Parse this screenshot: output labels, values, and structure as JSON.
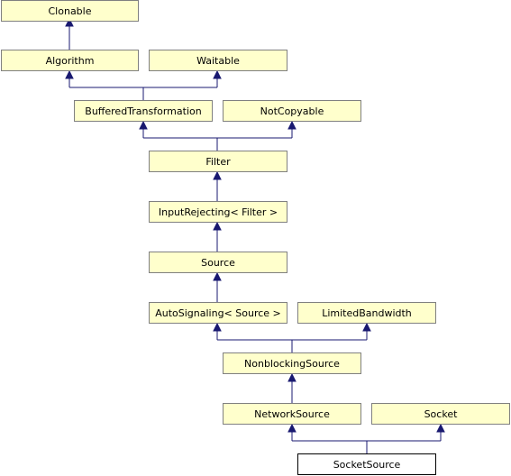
{
  "colors": {
    "node_fill": "#ffffcc",
    "node_border": "#808080",
    "current_fill": "#ffffff",
    "current_border": "#000000",
    "edge": "#191970"
  },
  "nodes": {
    "clonable": "Clonable",
    "algorithm": "Algorithm",
    "waitable": "Waitable",
    "buffered_transformation": "BufferedTransformation",
    "not_copyable": "NotCopyable",
    "filter": "Filter",
    "input_rejecting": "InputRejecting< Filter >",
    "source": "Source",
    "auto_signaling": "AutoSignaling< Source >",
    "limited_bandwidth": "LimitedBandwidth",
    "nonblocking_source": "NonblockingSource",
    "network_source": "NetworkSource",
    "socket": "Socket",
    "socket_source": "SocketSource"
  }
}
